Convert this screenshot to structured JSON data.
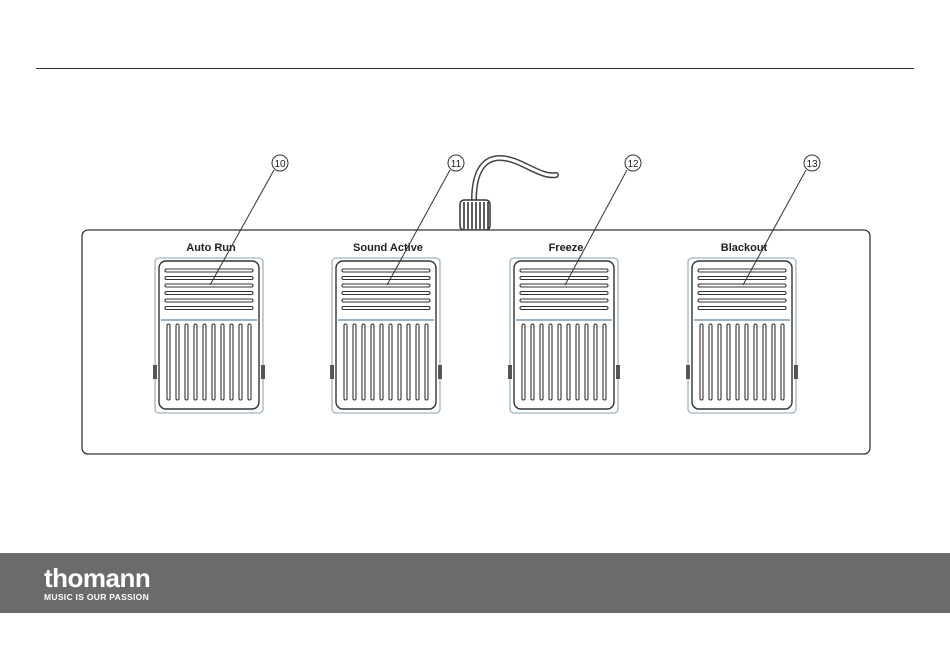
{
  "pedals": [
    {
      "label": "Auto Run",
      "callout": "10"
    },
    {
      "label": "Sound Active",
      "callout": "11"
    },
    {
      "label": "Freeze",
      "callout": "12"
    },
    {
      "label": "Blackout",
      "callout": "13"
    }
  ],
  "footer": {
    "brand": "thomann",
    "tagline": "MUSIC IS OUR PASSION",
    "background": "#6b6b6b"
  }
}
